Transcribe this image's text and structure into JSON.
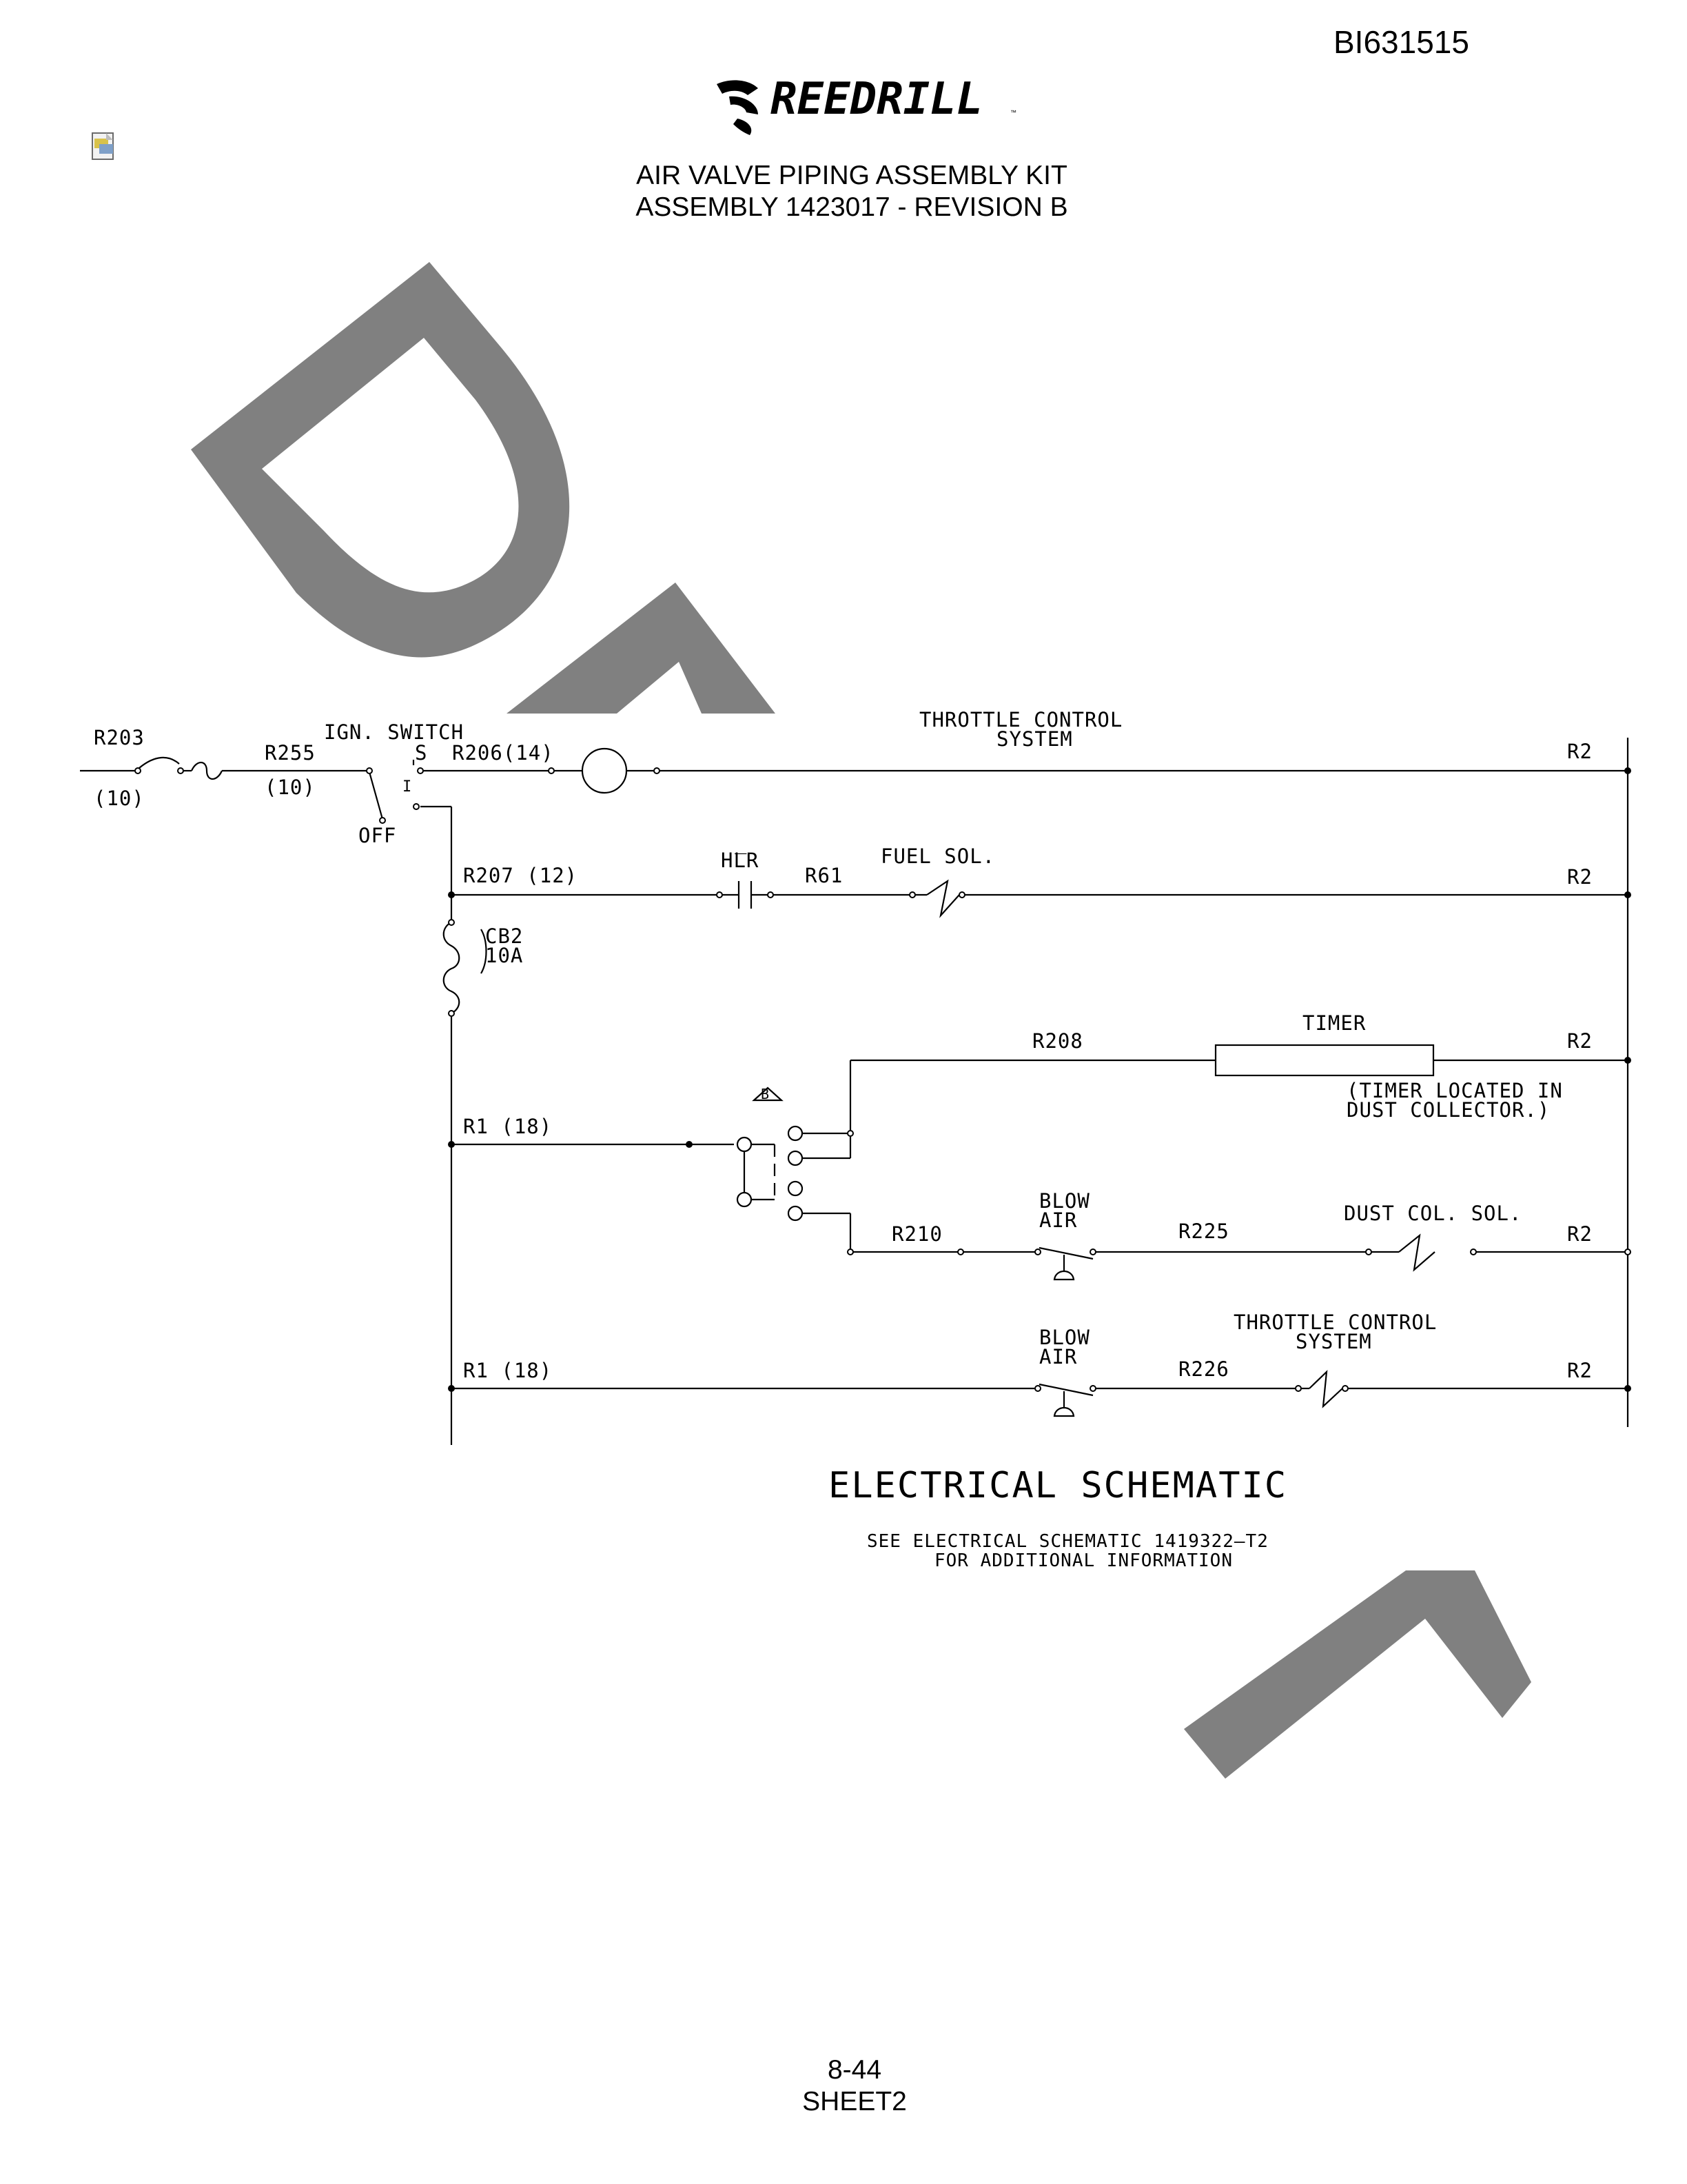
{
  "header": {
    "doc_id": "BI631515",
    "brand": "REEDRILL",
    "title_line1": "AIR VALVE PIPING ASSEMBLY KIT",
    "title_line2": "ASSEMBLY 1423017 - REVISION B"
  },
  "watermark": "DRAFT",
  "schematic": {
    "wires": {
      "r203": "R203",
      "r203_gauge": "(10)",
      "r255": "R255",
      "r255_gauge": "(10)",
      "ign_switch": "IGN. SWITCH",
      "switch_s": "S",
      "switch_i": "I",
      "switch_off": "OFF",
      "r206": "R206(14)",
      "throttle1_line1": "THROTTLE  CONTROL",
      "throttle1_line2": "SYSTEM",
      "r2_a": "R2",
      "r207": "R207  (12)",
      "hlr_bar": "_",
      "hlr": "HLR",
      "r61": "R61",
      "fuel_sol": "FUEL  SOL.",
      "r2_b": "R2",
      "cb2": "CB2",
      "cb2_rating": "10A",
      "r208": "R208",
      "timer": "TIMER",
      "r2_c": "R2",
      "timer_note1": "(TIMER  LOCATED  IN",
      "timer_note2": "DUST  COLLECTOR.)",
      "rev_b": "B",
      "r1_a": "R1  (18)",
      "blow_air1_line1": "BLOW",
      "blow_air1_line2": "AIR",
      "r210": "R210",
      "r225": "R225",
      "dust_col_sol": "DUST  COL.  SOL.",
      "r2_d": "R2",
      "throttle2_line1": "THROTTLE  CONTROL",
      "throttle2_line2": "SYSTEM",
      "blow_air2_line1": "BLOW",
      "blow_air2_line2": "AIR",
      "r1_b": "R1  (18)",
      "r226": "R226",
      "r2_e": "R2"
    },
    "title": "ELECTRICAL  SCHEMATIC",
    "note_line1": "SEE  ELECTRICAL  SCHEMATIC  1419322–T2",
    "note_line2": "FOR  ADDITIONAL  INFORMATION"
  },
  "footer": {
    "page": "8-44",
    "sheet": "SHEET2"
  },
  "colors": {
    "watermark": "#808080",
    "ink": "#000000"
  }
}
